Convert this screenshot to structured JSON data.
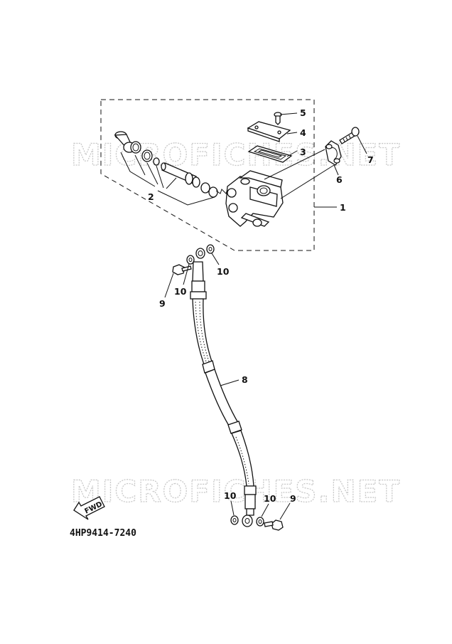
{
  "watermark": {
    "text_1": "MICROFICHES.NET",
    "text_2": "MICROFICHES.NET"
  },
  "diagram": {
    "part_code": "4HP9414-7240",
    "fwd_label": "FWD",
    "callouts": {
      "c1": "1",
      "c2": "2",
      "c3": "3",
      "c4": "4",
      "c5": "5",
      "c6": "6",
      "c7": "7",
      "c8": "8",
      "c9_top": "9",
      "c9_bottom": "9",
      "c10_a": "10",
      "c10_b": "10",
      "c10_c": "10",
      "c10_d": "10"
    }
  },
  "colors": {
    "ink": "#111111",
    "watermark": "#c9c9c9",
    "background": "#ffffff"
  }
}
